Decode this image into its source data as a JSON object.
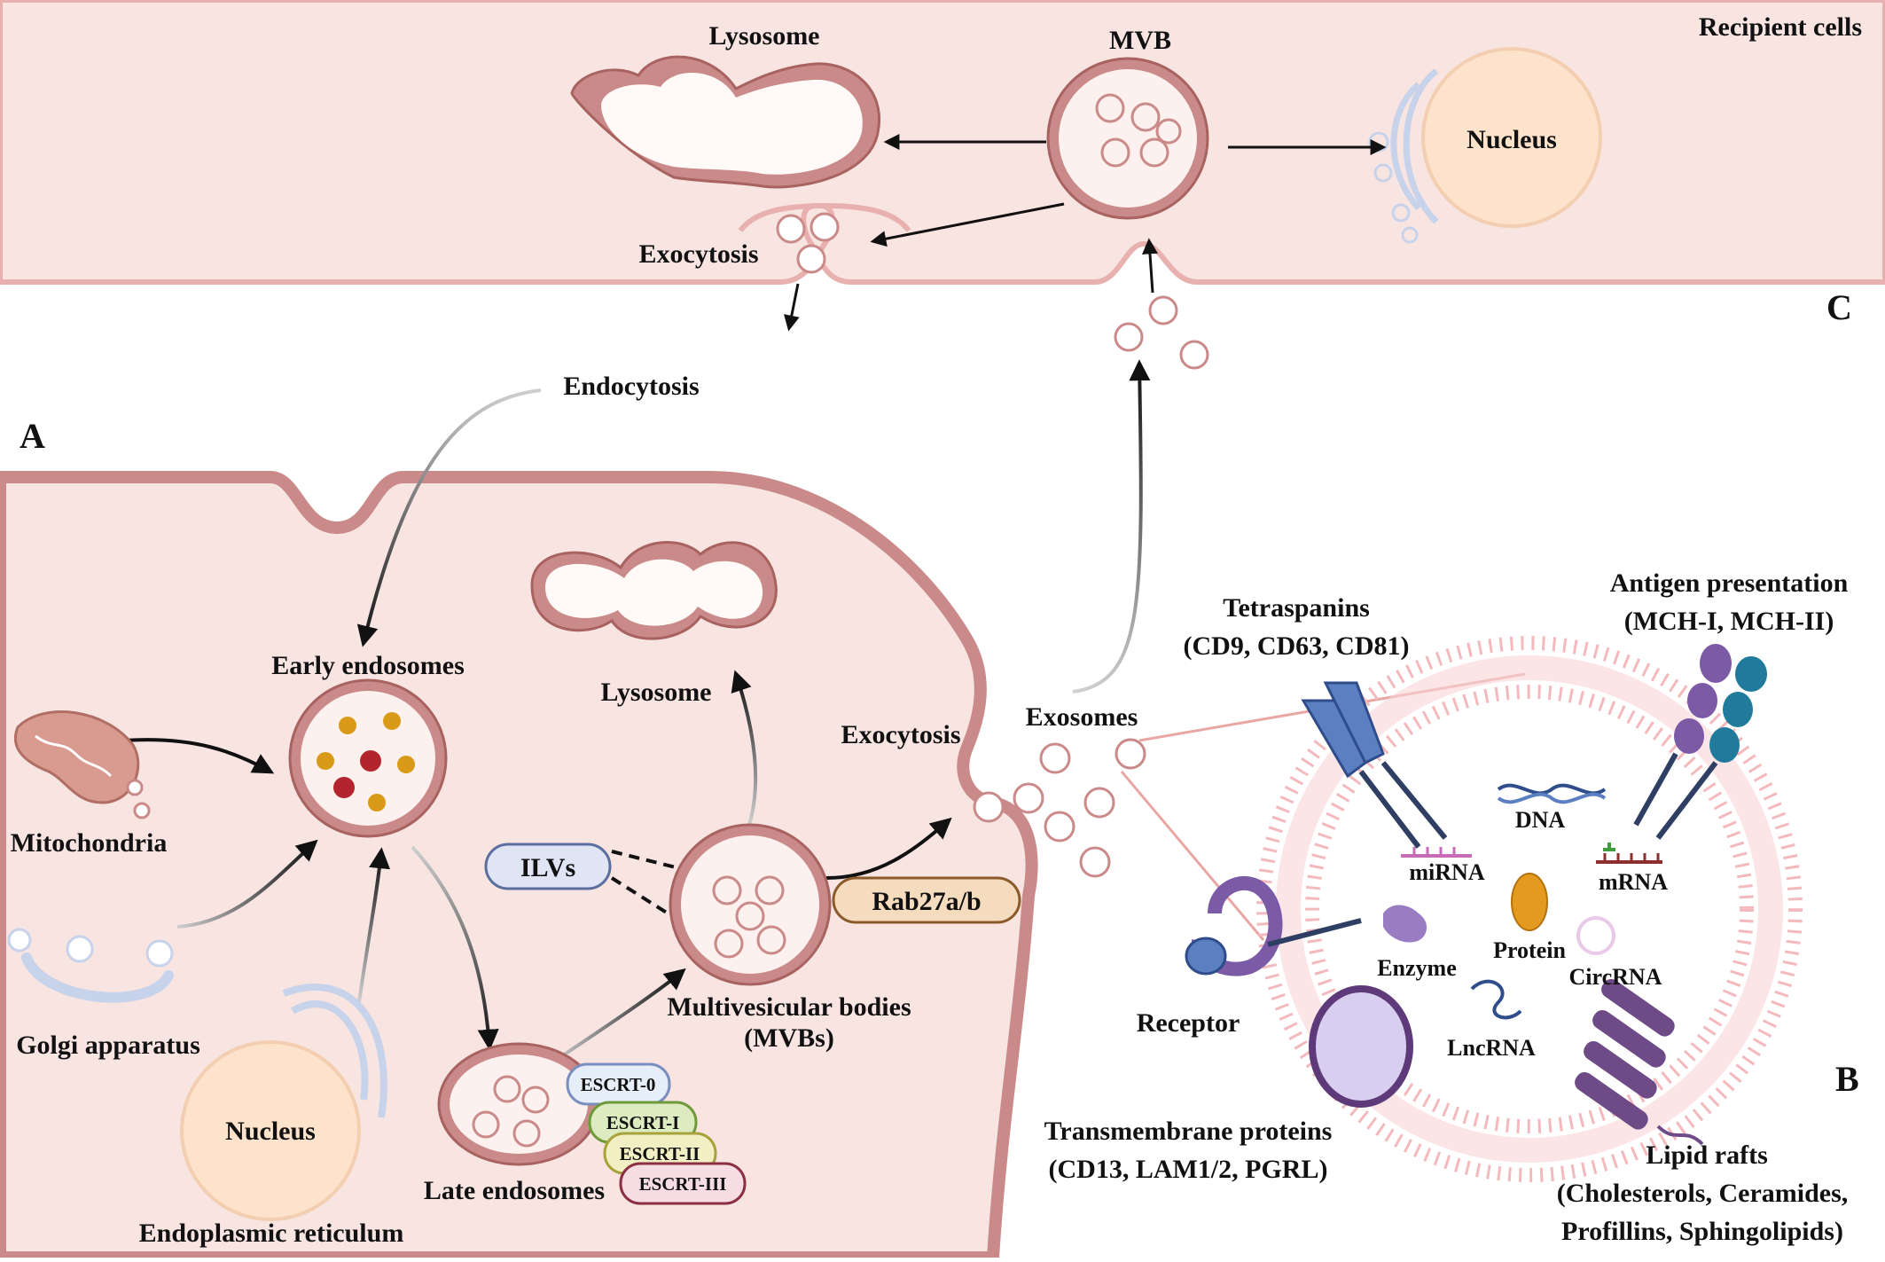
{
  "panels": {
    "a": "A",
    "b": "B",
    "c": "C"
  },
  "recipient": {
    "title": "Recipient cells",
    "lysosome": "Lysosome",
    "mvb": "MVB",
    "nucleus": "Nucleus",
    "exocytosis": "Exocytosis"
  },
  "cell": {
    "endocytosis": "Endocytosis",
    "early_endosomes": "Early endosomes",
    "mitochondria": "Mitochondria",
    "golgi": "Golgi apparatus",
    "nucleus": "Nucleus",
    "er": "Endoplasmic reticulum",
    "lysosome": "Lysosome",
    "exocytosis": "Exocytosis",
    "ilvs": "ILVs",
    "rab": "Rab27a/b",
    "mvbs_line1": "Multivesicular bodies",
    "mvbs_line2": "(MVBs)",
    "late_endosomes": "Late endosomes",
    "escrt": [
      "ESCRT-0",
      "ESCRT-I",
      "ESCRT-II",
      "ESCRT-III"
    ]
  },
  "exosome": {
    "exosomes": "Exosomes",
    "tetraspanins_line1": "Tetraspanins",
    "tetraspanins_line2": "(CD9, CD63, CD81)",
    "antigen_line1": "Antigen presentation",
    "antigen_line2": "(MCH-I, MCH-II)",
    "dna": "DNA",
    "mirna": "miRNA",
    "mrna": "mRNA",
    "protein": "Protein",
    "enzyme": "Enzyme",
    "circrna": "CircRNA",
    "lncrna": "LncRNA",
    "receptor": "Receptor",
    "transmembrane_line1": "Transmembrane proteins",
    "transmembrane_line2": "(CD13, LAM1/2, PGRL)",
    "lipid_line1": "Lipid rafts",
    "lipid_line2": "(Cholesterols, Ceramides,",
    "lipid_line3": "Profillins, Sphingolipids)"
  },
  "colors": {
    "membrane": "#c98a89",
    "membrane_dark": "#a8625f",
    "cytoplasm": "#f8e7e4",
    "nucleus": "#fde2cc",
    "escrt0": "#e6eef9",
    "escrt1": "#dcebc0",
    "escrt2": "#f2efc4",
    "escrt3": "#f6dde4",
    "rab": "#f5dcbf",
    "ilv_box": "#dfe5f5",
    "lipid_head": "#f3b9bc"
  }
}
